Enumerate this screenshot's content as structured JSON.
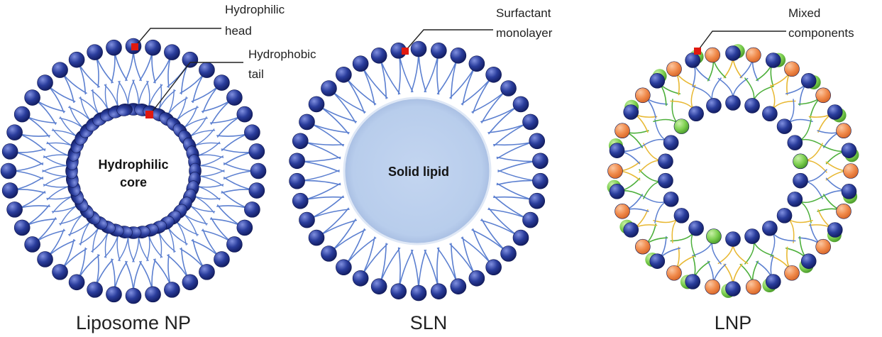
{
  "colors": {
    "head_dark": "#1b2f8c",
    "head_light": "#8090e0",
    "tail_blue": "#5b7fd0",
    "tail_yellow": "#e8b832",
    "tail_green": "#4caf3a",
    "orange": "#f08a4b",
    "green_head": "#7ccf4f",
    "solid_lipid": "#b8cdec",
    "marker": "#e0190f"
  },
  "liposome": {
    "caption": "Liposome NP",
    "core_label_line1": "Hydrophilic",
    "core_label_line2": "core",
    "callout_head_line1": "Hydrophilic",
    "callout_head_line2": "head",
    "callout_tail_line1": "Hydrophobic",
    "callout_tail_line2": "tail"
  },
  "sln": {
    "caption": "SLN",
    "core_label": "Solid lipid",
    "callout_line1": "Surfactant",
    "callout_line2": "monolayer"
  },
  "lnp": {
    "caption": "LNP",
    "callout_line1": "Mixed",
    "callout_line2": "components"
  }
}
